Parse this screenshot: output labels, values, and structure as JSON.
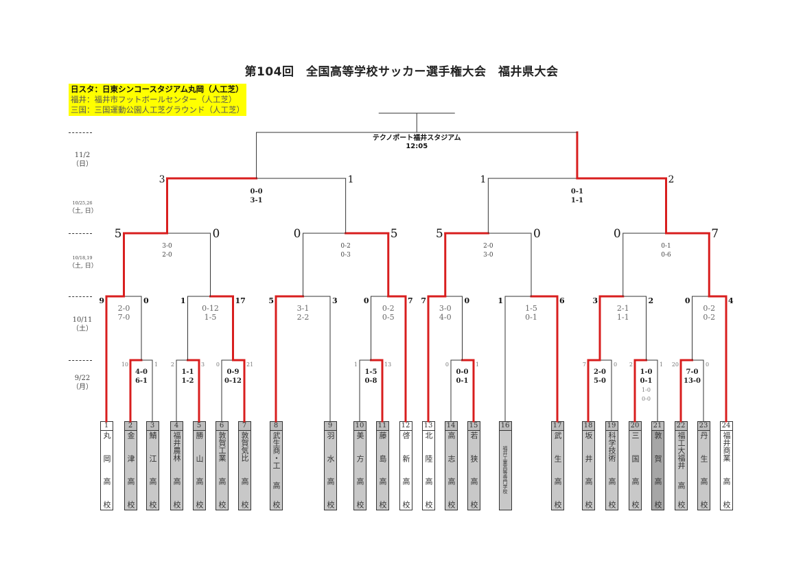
{
  "title": "第104回　全国高等学校サッカー選手権大会　福井県大会",
  "legend": [
    "日スタ：日東シンコースタジアム丸岡（人工芝）",
    "福井：福井市フットボールセンター（人工芝）",
    "三国：三国運動公園人工芝グラウンド（人工芝）"
  ],
  "dates": [
    {
      "d": "11/2",
      "w": "（日）",
      "small": false
    },
    {
      "d": "10/25,26",
      "w": "（土, 日）",
      "small": true
    },
    {
      "d": "10/18,19",
      "w": "（土, 日）",
      "small": true
    },
    {
      "d": "10/11",
      "w": "（土）",
      "small": false
    },
    {
      "d": "9/22",
      "w": "（月）",
      "small": false
    }
  ],
  "colors": {
    "win": "#d81e1e",
    "line": "#333333",
    "box": "#c8c8c8",
    "box_dark": "#a6a6a6",
    "box_white": "#ffffff",
    "legend": "#ffff00"
  },
  "teams": [
    {
      "no": "1",
      "name": [
        "丸",
        "岡",
        "高",
        "校"
      ],
      "shade": "white"
    },
    {
      "no": "2",
      "name": [
        "金",
        "津",
        "高",
        "校"
      ],
      "shade": "gray"
    },
    {
      "no": "3",
      "name": [
        "鯖",
        "江",
        "高",
        "校"
      ],
      "shade": "gray"
    },
    {
      "no": "4",
      "name": [
        "福井農林",
        "高",
        "校"
      ],
      "shade": "gray"
    },
    {
      "no": "5",
      "name": [
        "勝",
        "山",
        "高",
        "校"
      ],
      "shade": "gray"
    },
    {
      "no": "6",
      "name": [
        "敦賀工業",
        "高",
        "校"
      ],
      "shade": "gray"
    },
    {
      "no": "7",
      "name": [
        "敦賀気比",
        "高",
        "校"
      ],
      "shade": "gray"
    },
    {
      "no": "8",
      "name": [
        "武生商・工",
        "高",
        "校"
      ],
      "shade": "gray"
    },
    {
      "no": "9",
      "name": [
        "羽",
        "水",
        "高",
        "校"
      ],
      "shade": "gray"
    },
    {
      "no": "10",
      "name": [
        "美",
        "方",
        "高",
        "校"
      ],
      "shade": "gray"
    },
    {
      "no": "11",
      "name": [
        "藤",
        "島",
        "高",
        "校"
      ],
      "shade": "gray"
    },
    {
      "no": "12",
      "name": [
        "啓",
        "新",
        "高",
        "校"
      ],
      "shade": "white"
    },
    {
      "no": "13",
      "name": [
        "北",
        "陸",
        "高",
        "校"
      ],
      "shade": "white"
    },
    {
      "no": "14",
      "name": [
        "高",
        "志",
        "高",
        "校"
      ],
      "shade": "gray"
    },
    {
      "no": "15",
      "name": [
        "若",
        "狭",
        "高",
        "校"
      ],
      "shade": "gray"
    },
    {
      "no": "16",
      "name": [
        "福井工業高等専門学校"
      ],
      "shade": "gray",
      "small": true
    },
    {
      "no": "17",
      "name": [
        "武",
        "生",
        "高",
        "校"
      ],
      "shade": "gray"
    },
    {
      "no": "18",
      "name": [
        "坂",
        "井",
        "高",
        "校"
      ],
      "shade": "gray"
    },
    {
      "no": "19",
      "name": [
        "科学技術",
        "高",
        "校"
      ],
      "shade": "gray"
    },
    {
      "no": "20",
      "name": [
        "三",
        "国",
        "高",
        "校"
      ],
      "shade": "gray"
    },
    {
      "no": "21",
      "name": [
        "敦",
        "賀",
        "高",
        "校"
      ],
      "shade": "dark"
    },
    {
      "no": "22",
      "name": [
        "福工大福井",
        "高",
        "校"
      ],
      "shade": "gray"
    },
    {
      "no": "23",
      "name": [
        "丹",
        "生",
        "高",
        "校"
      ],
      "shade": "gray"
    },
    {
      "no": "24",
      "name": [
        "福井商業",
        "高",
        "校"
      ],
      "shade": "white"
    }
  ],
  "rounds": {
    "r1": [
      {
        "l": "10",
        "r": "1",
        "h": [
          "4-0",
          "6-1"
        ],
        "w": 0
      },
      {
        "l": "2",
        "r": "3",
        "h": [
          "1-1",
          "1-2"
        ],
        "w": 1
      },
      {
        "l": "0",
        "r": "21",
        "h": [
          "0-9",
          "0-12"
        ],
        "w": 1
      },
      {
        "l": "1",
        "r": "13",
        "h": [
          "1-5",
          "0-8"
        ],
        "w": 1
      },
      {
        "l": "0",
        "r": "1",
        "h": [
          "0-0",
          "0-1"
        ],
        "w": 1
      },
      {
        "l": "7",
        "r": "0",
        "h": [
          "2-0",
          "5-0"
        ],
        "w": 0
      },
      {
        "l": "2",
        "r": "1",
        "h": [
          "1-0",
          "0-1",
          "1-0",
          "0-0"
        ],
        "w": 0
      },
      {
        "l": "20",
        "r": "0",
        "h": [
          "7-0",
          "13-0"
        ],
        "w": 0
      }
    ],
    "r2": [
      {
        "l": "9",
        "r": "0",
        "h": [
          "2-0",
          "7-0"
        ],
        "w": 0
      },
      {
        "l": "1",
        "r": "17",
        "h": [
          "0-12",
          "1-5"
        ],
        "w": 1
      },
      {
        "l": "5",
        "r": "3",
        "h": [
          "3-1",
          "2-2"
        ],
        "w": 0
      },
      {
        "l": "0",
        "r": "7",
        "h": [
          "0-2",
          "0-5"
        ],
        "w": 1
      },
      {
        "l": "7",
        "r": "0",
        "h": [
          "3-0",
          "4-0"
        ],
        "w": 0
      },
      {
        "l": "1",
        "r": "6",
        "h": [
          "1-5",
          "0-1"
        ],
        "w": 1
      },
      {
        "l": "3",
        "r": "2",
        "h": [
          "2-1",
          "1-1"
        ],
        "w": 0
      },
      {
        "l": "0",
        "r": "4",
        "h": [
          "0-2",
          "0-2"
        ],
        "w": 1
      }
    ],
    "r3": [
      {
        "l": "5",
        "r": "0",
        "h": [
          "3-0",
          "2-0"
        ],
        "w": 0
      },
      {
        "l": "0",
        "r": "5",
        "h": [
          "0-2",
          "0-3"
        ],
        "w": 1
      },
      {
        "l": "5",
        "r": "0",
        "h": [
          "2-0",
          "3-0"
        ],
        "w": 0
      },
      {
        "l": "0",
        "r": "7",
        "h": [
          "0-1",
          "0-6"
        ],
        "w": 1
      }
    ],
    "r4": [
      {
        "l": "3",
        "r": "1",
        "h": [
          "0-0",
          "3-1"
        ],
        "w": 0
      },
      {
        "l": "1",
        "r": "2",
        "h": [
          "0-1",
          "1-1"
        ],
        "w": 1
      }
    ],
    "final": {
      "venue": "テクノポート福井スタジアム",
      "time": "12:05",
      "w": 1
    }
  }
}
